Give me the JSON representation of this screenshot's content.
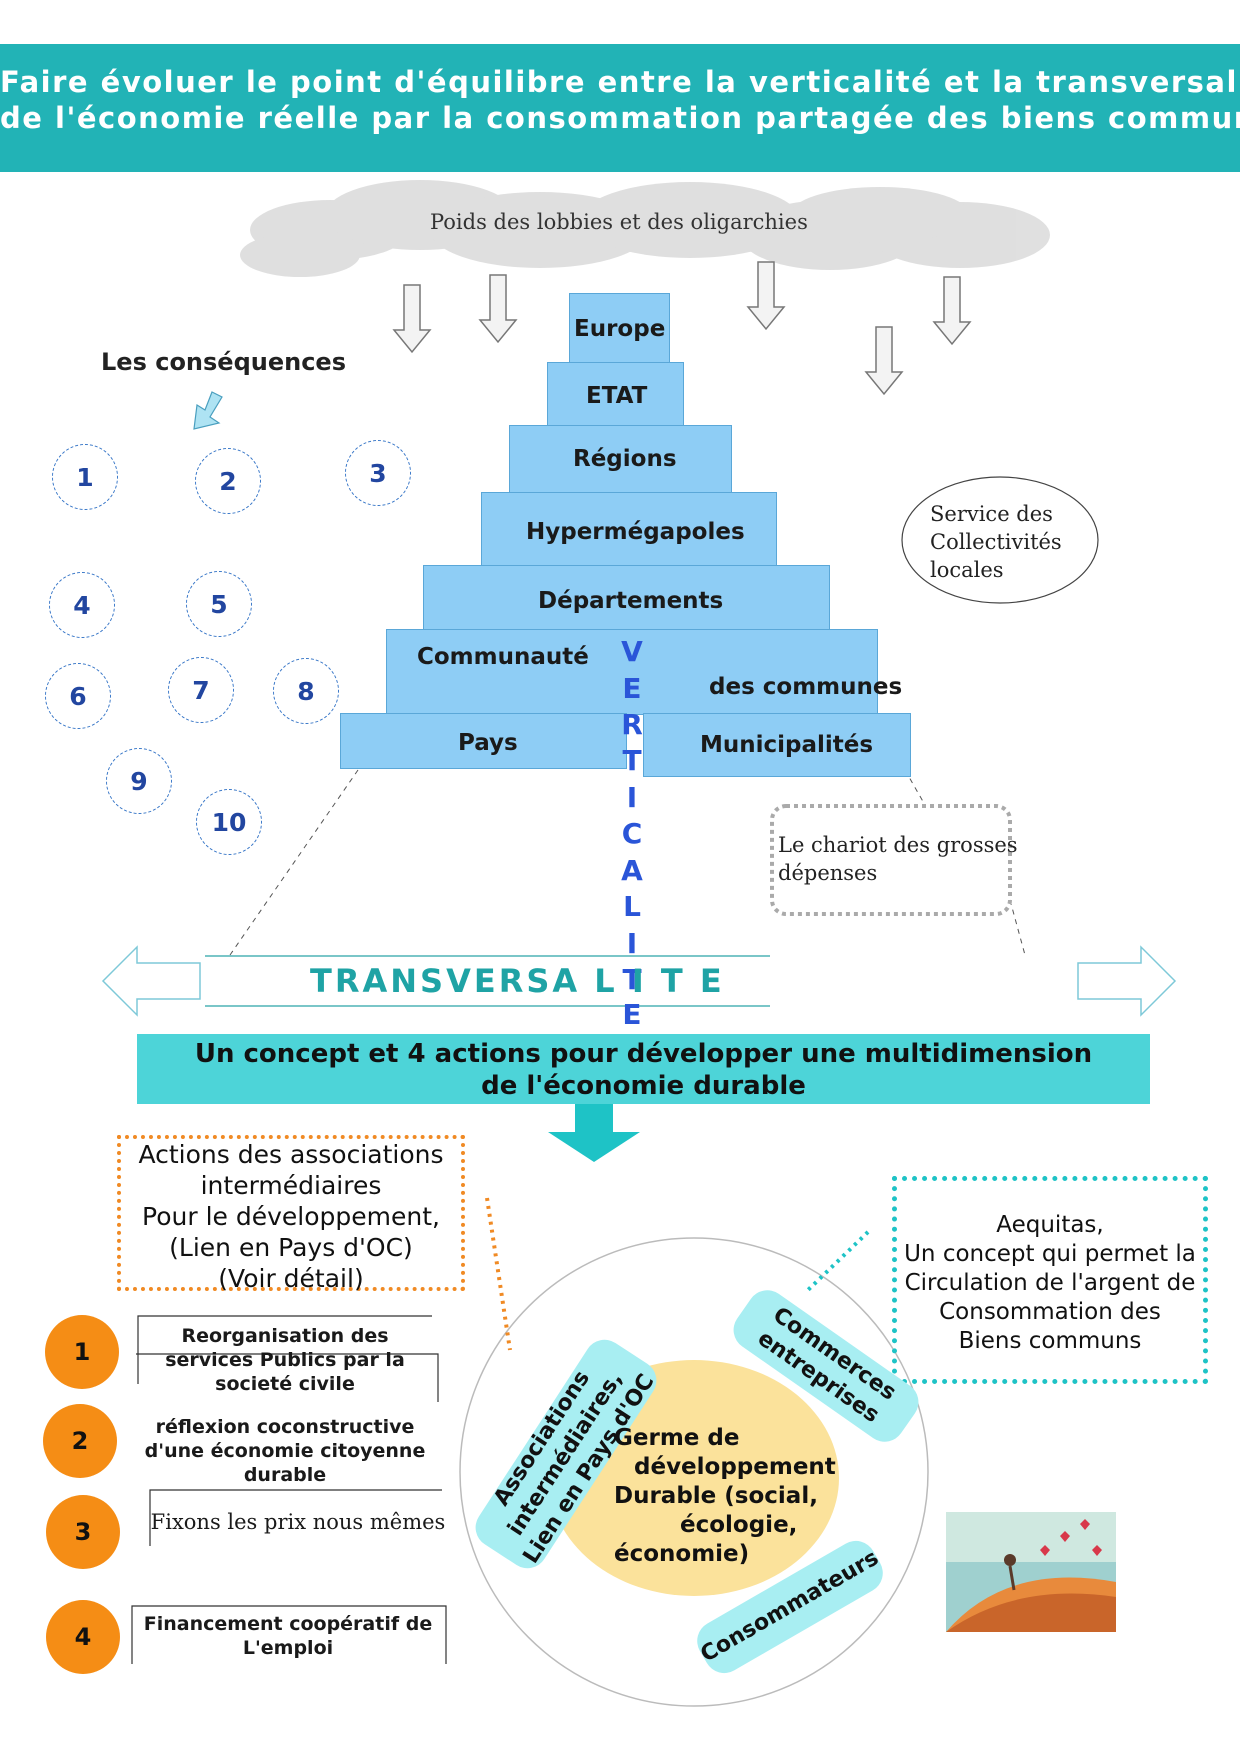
{
  "banner": {
    "line1": "Faire évoluer le point d'équilibre entre la verticalité et la transversalité",
    "line2": "de l'économie réelle par la consommation partagée des biens communs"
  },
  "clouds": {
    "caption": "Poids des lobbies et des oligarchies"
  },
  "consequences": {
    "title": "Les conséquences",
    "items": [
      "1",
      "2",
      "3",
      "4",
      "5",
      "6",
      "7",
      "8",
      "9",
      "10"
    ]
  },
  "pyramid": {
    "europe": "Europe",
    "etat": "ETAT",
    "regions": "Régions",
    "hypermegapoles": "Hypermégapoles",
    "departements": "Départements",
    "communaute": "Communauté",
    "des_communes": "des communes",
    "pays": "Pays",
    "municipalites": "Municipalités"
  },
  "verticalite": [
    "V",
    "E",
    "R",
    "T",
    "I",
    "C",
    "A",
    "L",
    "I",
    "T",
    "E"
  ],
  "service_collectivites": "Service des Collectivités locales",
  "chariot": "Le chariot des grosses dépenses",
  "transversalite": "TRANSVERSA L I T E",
  "concept": {
    "line1": "Un concept et 4 actions pour développer une multidimension",
    "line2": "de l'économie durable"
  },
  "associations_box": {
    "line1": "Actions des associations",
    "line2": "intermédiaires",
    "line3": "Pour le développement,",
    "line4": "(Lien en Pays d'OC)",
    "line5": "(Voir détail)"
  },
  "aequitas_box": {
    "line1": "Aequitas,",
    "line2": "Un concept qui permet la",
    "line3": "Circulation de l'argent de",
    "line4": "Consommation des",
    "line5": "Biens communs"
  },
  "actions": [
    {
      "number": "1",
      "label": "Reorganisation des services Publics par la societé civile"
    },
    {
      "number": "2",
      "label": "réflexion coconstructive d'une économie citoyenne durable"
    },
    {
      "number": "3",
      "label": "Fixons les prix nous  mêmes"
    },
    {
      "number": "4",
      "label": "Financement coopératif de L'emploi"
    }
  ],
  "circle": {
    "associations": "Associations intermédiaires, Lien en Pays d'OC",
    "commerces": "Commerces entreprises",
    "consommateurs": "Consommateurs",
    "germe": {
      "line1": "Germe de",
      "line2": "développement",
      "line3": "Durable (social,",
      "line4": "écologie,",
      "line5": "économie)"
    }
  },
  "colors": {
    "banner": "#22b3b6",
    "pyramid": "#8ecdf5",
    "verticalite": "#2a55d8",
    "transversalite": "#1fa3a5",
    "concept": "#4dd4d8",
    "orange": "#f58d15",
    "germe": "#fbe29b",
    "pill": "#a8eef2"
  }
}
